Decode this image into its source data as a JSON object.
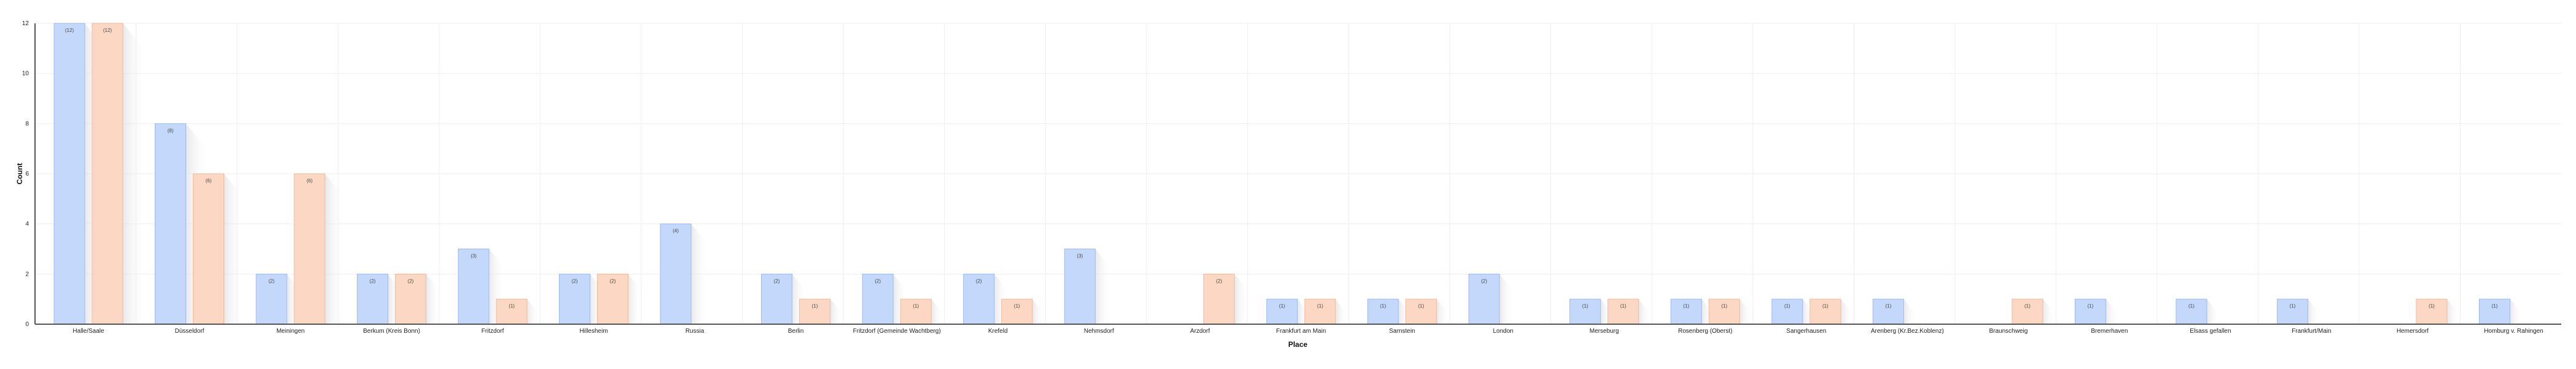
{
  "chart_data": {
    "type": "bar",
    "xlabel": "Place",
    "ylabel": "Count",
    "ylim": [
      0,
      12
    ],
    "yticks": [
      0,
      2,
      4,
      6,
      8,
      10,
      12
    ],
    "grid": true,
    "categories": [
      "Halle/Saale",
      "Düsseldorf",
      "Meiningen",
      "Berkum (Kreis Bonn)",
      "Fritzdorf",
      "Hillesheim",
      "Russia",
      "Berlin",
      "Fritzdorf (Gemeinde Wachtberg)",
      "Krefeld",
      "Nehmsdorf",
      "Arzdorf",
      "Frankfurt am Main",
      "Sarnstein",
      "London",
      "Merseburg",
      "Rosenberg (Oberst)",
      "Sangerhausen",
      "Arenberg (Kr.Bez.Koblenz)",
      "Braunschweig",
      "Bremerhaven",
      "Elsass gefallen",
      "Frankfurt/Main",
      "Hemersdorf",
      "Homburg v. Rahingen"
    ],
    "series": [
      {
        "color": "#c4d8fb",
        "stroke": "#9db9ef",
        "values": [
          12,
          8,
          2,
          2,
          3,
          2,
          4,
          2,
          2,
          2,
          3,
          0,
          1,
          1,
          2,
          1,
          1,
          1,
          1,
          0,
          1,
          1,
          1,
          0,
          1
        ],
        "labels": [
          "(12)",
          "(8)",
          "(2)",
          "(2)",
          "(3)",
          "(2)",
          "(4)",
          "(2)",
          "(2)",
          "(2)",
          "(3)",
          "",
          "(1)",
          "(1)",
          "(2)",
          "(1)",
          "(1)",
          "(1)",
          "(1)",
          "",
          "(1)",
          "(1)",
          "(1)",
          "",
          "(1)"
        ]
      },
      {
        "color": "#fcd8c4",
        "stroke": "#efb99d",
        "values": [
          12,
          6,
          6,
          2,
          1,
          2,
          0,
          1,
          1,
          1,
          0,
          2,
          1,
          1,
          0,
          1,
          1,
          1,
          0,
          1,
          0,
          0,
          0,
          1,
          0
        ],
        "labels": [
          "(12)",
          "(6)",
          "(6)",
          "(2)",
          "(1)",
          "(2)",
          "",
          "(1)",
          "(1)",
          "(1)",
          "",
          "(2)",
          "(1)",
          "(1)",
          "",
          "(1)",
          "(1)",
          "(1)",
          "",
          "(1)",
          "",
          "",
          "",
          "(1)",
          ""
        ]
      }
    ]
  }
}
